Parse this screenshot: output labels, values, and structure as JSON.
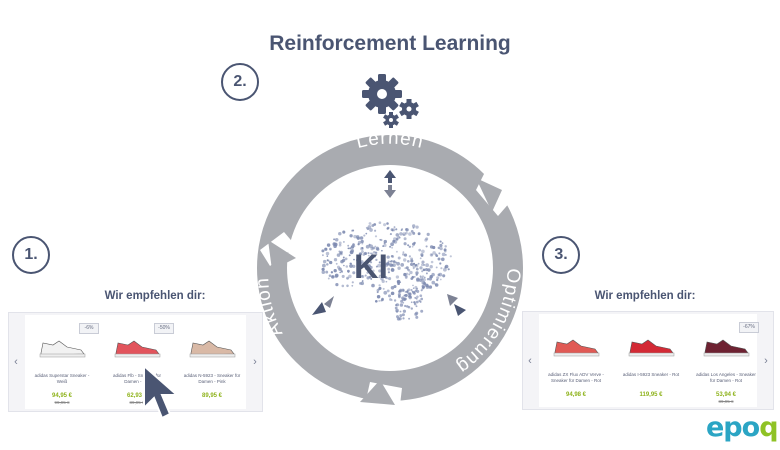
{
  "title": "Reinforcement Learning",
  "steps": {
    "one": "1.",
    "two": "2.",
    "three": "3."
  },
  "cycle": {
    "top": "Lernen",
    "left": "Aktion",
    "right": "Optimierung",
    "center": "KI"
  },
  "left_panel": {
    "heading": "Wir empfehlen dir:",
    "products": [
      {
        "badge": "-6%",
        "name": "adidas Superstar Sneaker - Weiß",
        "price": "94,95 €",
        "old_price": "99,95 €",
        "color": "#f2f2f2"
      },
      {
        "badge": "-50%",
        "name": "adidas Flb - Sneaker für Damen - Rot",
        "price": "62,93 €",
        "old_price": "89,95 €",
        "color": "#e2545c"
      },
      {
        "badge": "",
        "name": "adidas N-5923 - Sneaker für Damen - Pink",
        "price": "89,95 €",
        "old_price": "",
        "color": "#d9b9a6"
      }
    ]
  },
  "right_panel": {
    "heading": "Wir empfehlen dir:",
    "products": [
      {
        "badge": "",
        "name": "adidas ZX Flux ADV Verve - Sneaker für Damen - Rot",
        "price": "94,98 €",
        "old_price": "",
        "color": "#e05a55"
      },
      {
        "badge": "",
        "name": "adidas I-5923 Sneaker - Rot",
        "price": "119,95 €",
        "old_price": "",
        "color": "#d32a35"
      },
      {
        "badge": "-67%",
        "name": "adidas Los Angeles - Sneaker für Damen - Rot",
        "price": "53,94 €",
        "old_price": "89,95 €",
        "color": "#6e2232"
      }
    ]
  },
  "logo": {
    "main": "epo",
    "accent": "q"
  },
  "colors": {
    "ring": "#a9abb0",
    "navy": "#4a5572",
    "price": "#8fb31d",
    "logo": "#2ba5c4",
    "logo_accent": "#8fc225"
  }
}
